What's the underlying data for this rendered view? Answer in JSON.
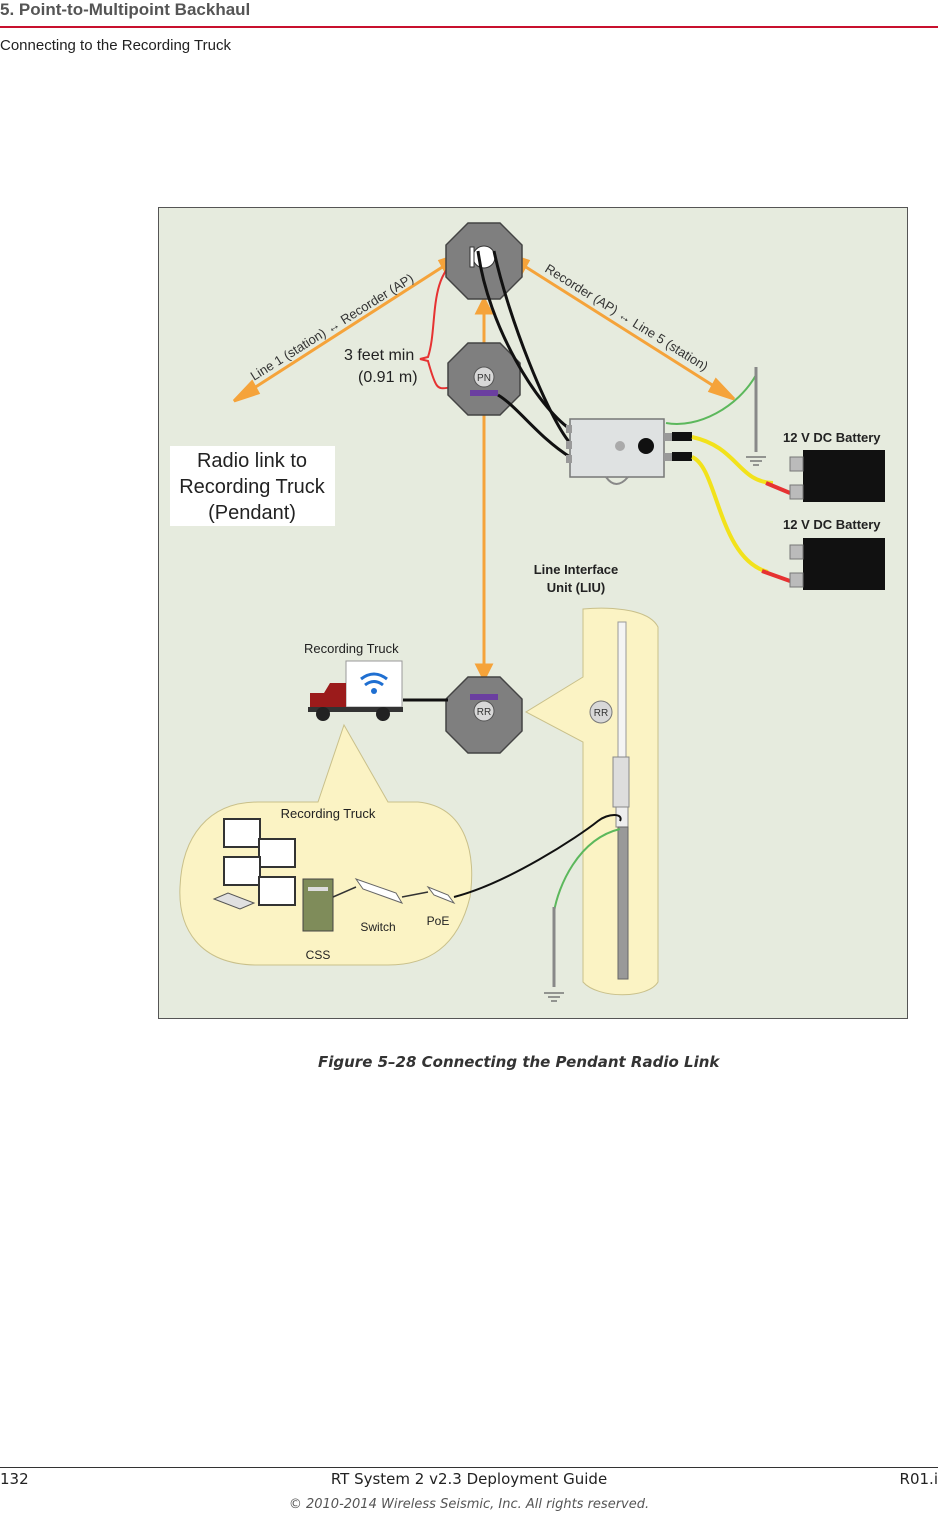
{
  "header": {
    "chapter": "5. Point-to-Multipoint Backhaul",
    "section": "Connecting to the Recording Truck"
  },
  "figure": {
    "line1_label": "Line 1 (station) ↔ Recorder (AP)",
    "line5_label": "Recorder (AP) ↔ Line 5 (station)",
    "min_distance_1": "3 feet min",
    "min_distance_2": "(0.91 m)",
    "pn_label": "PN",
    "rr_label": "RR",
    "rr_label_mast": "RR",
    "radio_link_1": "Radio link to",
    "radio_link_2": "Recording Truck",
    "radio_link_3": "(Pendant)",
    "battery_1": "12 V DC Battery",
    "battery_2": "12 V DC Battery",
    "liu_1": "Line Interface",
    "liu_2": "Unit (LIU)",
    "truck_label": "Recording Truck",
    "bubble_title": "Recording Truck",
    "switch_label": "Switch",
    "poe_label": "PoE",
    "css_label": "CSS",
    "colors": {
      "background": "#e6ebde",
      "orange": "#f5a33a",
      "red": "#e63232",
      "yellow": "#f2e21b",
      "green": "#5cb85c",
      "bubble": "#fbf3c4",
      "truck_red": "#9b1b1b"
    }
  },
  "caption": "Figure 5–28  Connecting the Pendant Radio Link",
  "footer": {
    "page": "132",
    "doc": "RT System 2 v2.3 Deployment Guide",
    "rev": "R01.i",
    "copyright": "© 2010-2014 Wireless Seismic, Inc. All rights reserved."
  }
}
